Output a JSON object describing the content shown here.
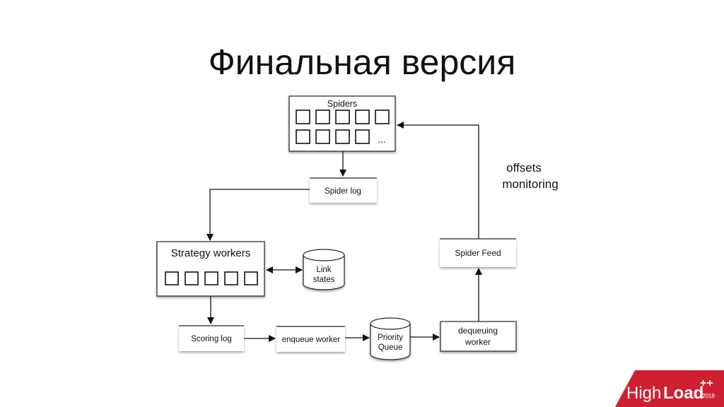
{
  "title": "Финальная версия",
  "nodes": {
    "spiders": {
      "label": "Spiders",
      "ellipsis": "..."
    },
    "spider_log": {
      "label": "Spider log"
    },
    "strategy_workers": {
      "label": "Strategy workers"
    },
    "link_states": {
      "line1": "Link",
      "line2": "states"
    },
    "scoring_log": {
      "label": "Scoring log"
    },
    "enqueue_worker": {
      "label": "enqueue worker"
    },
    "priority_queue": {
      "line1": "Priority",
      "line2": "Queue"
    },
    "dequeuing_worker": {
      "line1": "dequeuing",
      "line2": "worker"
    },
    "spider_feed": {
      "label": "Spider Feed"
    }
  },
  "annotation": {
    "line1": "offsets",
    "line2": "monitoring"
  },
  "logo": {
    "text_light": "High",
    "text_bold": "Load",
    "plus": "++",
    "year": "2018",
    "color": "#cf2031"
  }
}
